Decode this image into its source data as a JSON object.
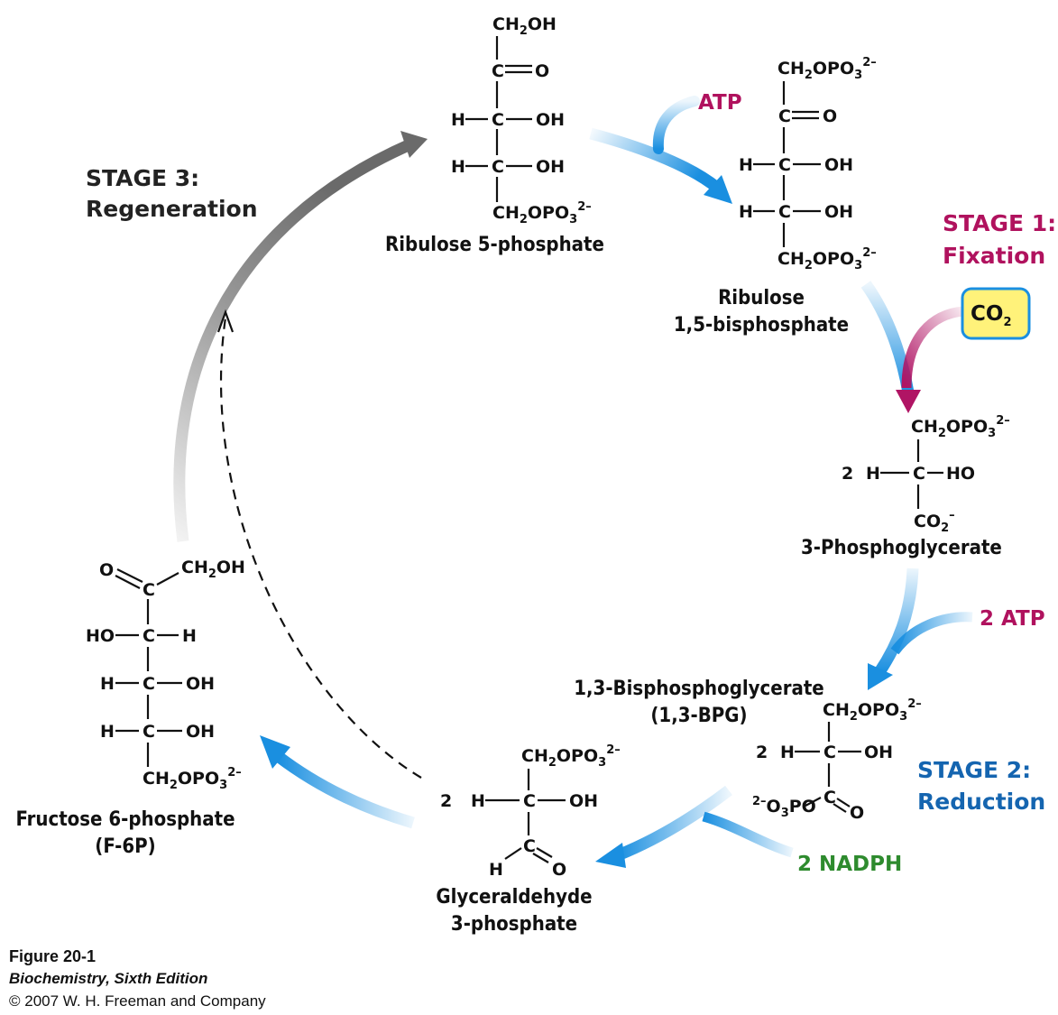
{
  "colors": {
    "stage1": "#b0125e",
    "stage2": "#1565b0",
    "stage3": "#222222",
    "nadph": "#2e8b2e",
    "arrow_blue": "#1a8fe0",
    "arrow_magenta": "#b01464",
    "arrow_gray": "#6a6a6a",
    "co2_box_fill": "#fff27a",
    "co2_box_stroke": "#1a8fe0"
  },
  "stages": {
    "stage1": {
      "title": "STAGE 1:",
      "subtitle": "Fixation"
    },
    "stage2": {
      "title": "STAGE 2:",
      "subtitle": "Reduction"
    },
    "stage3": {
      "title": "STAGE 3:",
      "subtitle": "Regeneration"
    }
  },
  "cofactors": {
    "atp": "ATP",
    "atp2": "2 ATP",
    "nadph": "2 NADPH",
    "co2": "CO",
    "co2_sub": "2"
  },
  "molecules": {
    "r5p": {
      "name": "Ribulose 5-phosphate",
      "lines": {
        "top": "CH",
        "top_sub": "2",
        "top_end": "OH",
        "c2": "C",
        "o": "O",
        "h1": "H",
        "c3": "C",
        "oh1": "OH",
        "h2": "H",
        "c4": "C",
        "oh2": "OH",
        "bottom": "CH",
        "bottom_sub": "2",
        "bottom_mid": "OPO",
        "bottom_sub3": "3",
        "bottom_sup": "2–"
      }
    },
    "rubp": {
      "name_line1": "Ribulose",
      "name_line2": "1,5-bisphosphate"
    },
    "pga": {
      "name": "3-Phosphoglycerate",
      "coef": "2",
      "ho": "HO",
      "co2": "CO",
      "co2_sub": "2",
      "co2_sup": "–"
    },
    "bpg": {
      "name_line1": "1,3-Bisphosphoglycerate",
      "name_line2": "(1,3-BPG)",
      "coef": "2",
      "o3po": "O",
      "o3po_sub": "3",
      "o3po_end": "PO",
      "o3po_sup": "2–"
    },
    "gap": {
      "name_line1": "Glyceraldehyde",
      "name_line2": "3-phosphate",
      "coef": "2"
    },
    "f6p": {
      "name_line1": "Fructose 6-phosphate",
      "name_line2": "(F-6P)",
      "ho": "HO"
    },
    "common": {
      "C": "C",
      "H": "H",
      "O": "O",
      "OH": "OH",
      "CH": "CH",
      "sub2": "2",
      "OPO": "OPO",
      "sub3": "3",
      "sup2minus": "2–"
    }
  },
  "caption": {
    "figure": "Figure 20-1",
    "book": "Biochemistry, Sixth Edition",
    "copyright": "© 2007 W. H. Freeman and Company"
  }
}
